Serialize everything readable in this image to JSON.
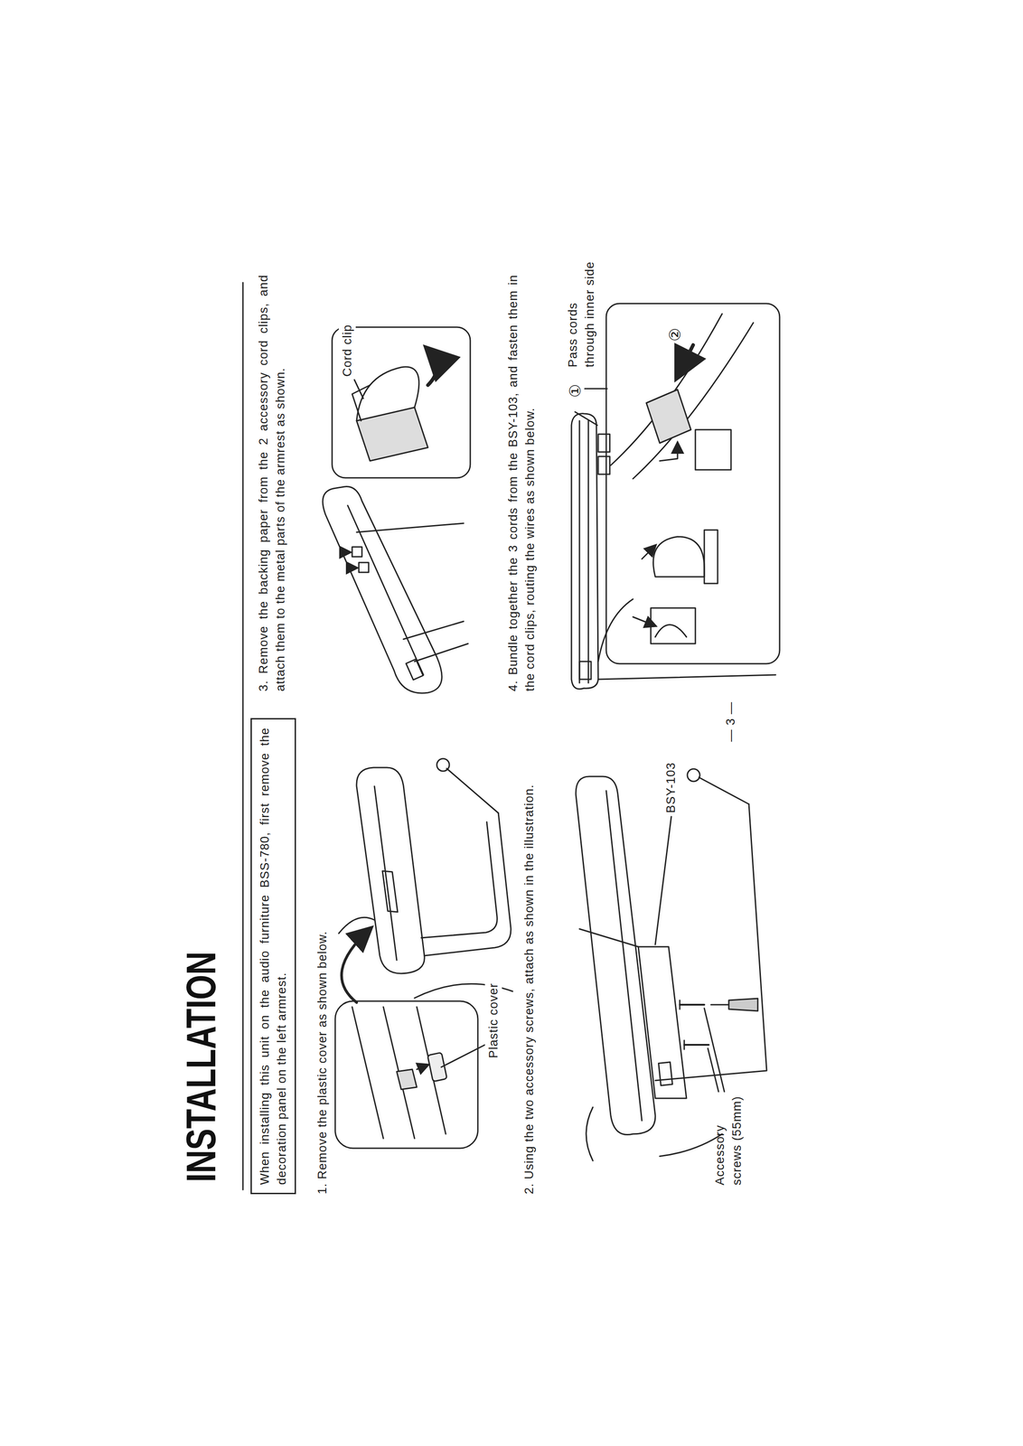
{
  "diagram": {
    "title": "INSTALLATION",
    "nodes": [
      {
        "text": [
          "When installing this unit on the audio furniture BSS-780, first remove the decoration panel on the left armrest."
        ]
      }
    ],
    "labels": [
      "1. Remove the plastic cover as shown below.",
      "Plastic cover",
      "2. Using the two accessory screws, attach as shown in the illustration.",
      "Accessory screws (55mm)",
      "BSY-103",
      "3. Remove the backing paper from the 2 accessory cord clips, and attach them to the metal parts of the armrest as shown.",
      "Cord clip",
      "4. Bundle together the 3 cords from the BSY-103, and fasten them in the cord clips, routing the wires as shown below.",
      "①",
      "②",
      "Pass cords through inner side",
      "— 3 —"
    ]
  }
}
